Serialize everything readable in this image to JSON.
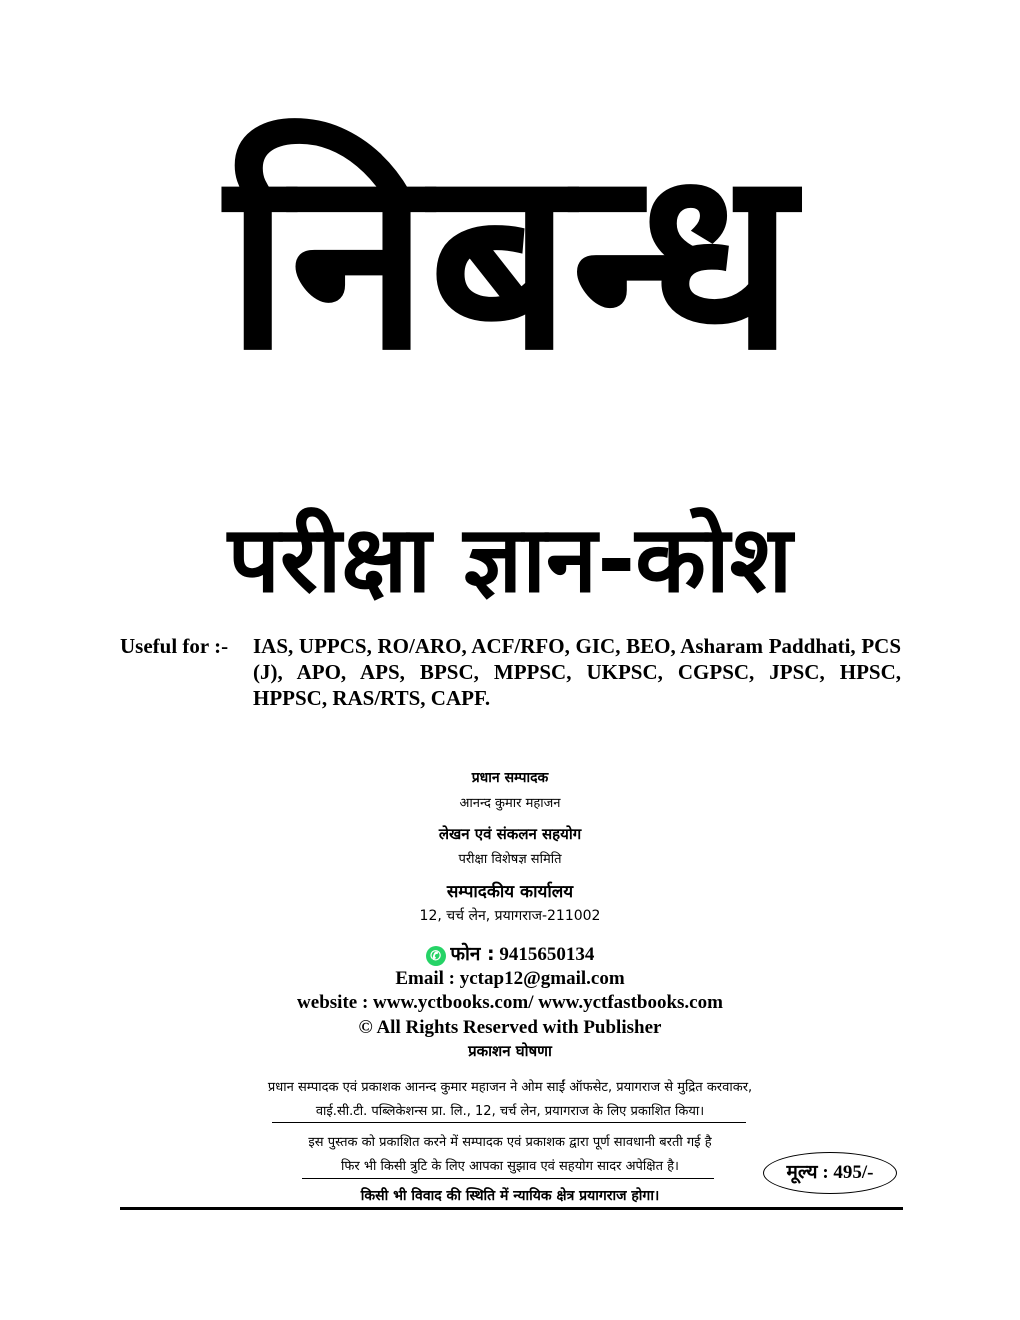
{
  "title": "निबन्ध",
  "subtitle": "परीक्षा ज्ञान-कोश",
  "useful_for": {
    "label": "Useful for :-",
    "list": "IAS, UPPCS, RO/ARO, ACF/RFO, GIC, BEO, Asharam Paddhati, PCS (J), APO, APS, BPSC, MPPSC, UKPSC, CGPSC, JPSC, HPSC, HPPSC, RAS/RTS, CAPF."
  },
  "credits": {
    "chief_editor_label": "प्रधान सम्पादक",
    "chief_editor": "आनन्द कुमार महाजन",
    "writing_label": "लेखन एवं संकलन सहयोग",
    "writing": "परीक्षा विशेषज्ञ समिति",
    "office_label": "सम्पादकीय कार्यालय",
    "office_address": "12, चर्च लेन, प्रयागराज-211002",
    "phone_label": "फोन :",
    "phone": "9415650134",
    "email": "Email : yctap12@gmail.com",
    "website": "website : www.yctbooks.com/ www.yctfastbooks.com",
    "rights": "© All Rights Reserved with Publisher",
    "declaration_label": "प्रकाशन घोषणा"
  },
  "declaration": {
    "line1": "प्रधान सम्पादक एवं प्रकाशक आनन्द कुमार महाजन ने ओम साईं ऑफसेट, प्रयागराज से मुद्रित करवाकर,",
    "line2": "वाई.सी.टी. पब्लिकेशन्स प्रा. लि., 12, चर्च लेन, प्रयागराज के लिए प्रकाशित किया।",
    "line3": "इस पुस्तक को प्रकाशित करने में सम्पादक एवं प्रकाशक द्वारा पूर्ण सावधानी बरती गई है",
    "line4": "फिर भी किसी त्रुटि के लिए आपका सुझाव एवं सहयोग सादर अपेक्षित है।",
    "line5": "किसी भी विवाद की स्थिति में न्यायिक क्षेत्र प्रयागराज होगा।"
  },
  "price": "मूल्य : 495/-"
}
